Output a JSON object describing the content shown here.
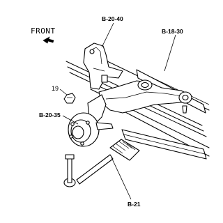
{
  "front_label": "FRONT",
  "callouts": {
    "b_20_40": "B-20-40",
    "b_18_30": "B-18-30",
    "b_20_35": "B-20-35",
    "b_21": "B-21",
    "n19": "19"
  }
}
